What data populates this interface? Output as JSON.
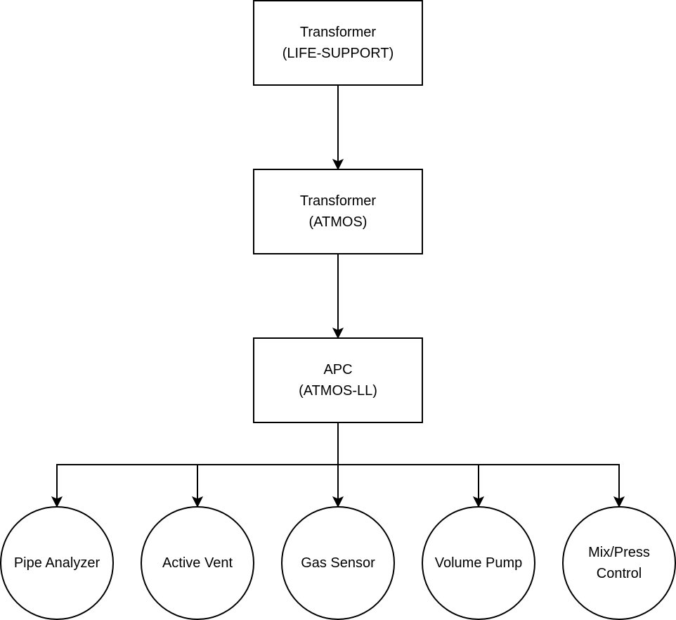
{
  "diagram": {
    "nodes": [
      {
        "id": "transformer-life-support",
        "shape": "rect",
        "lines": [
          "Transformer",
          "(LIFE-SUPPORT)"
        ]
      },
      {
        "id": "transformer-atmos",
        "shape": "rect",
        "lines": [
          "Transformer",
          "(ATMOS)"
        ]
      },
      {
        "id": "apc-atmos-ll",
        "shape": "rect",
        "lines": [
          "APC",
          "(ATMOS-LL)"
        ]
      },
      {
        "id": "pipe-analyzer",
        "shape": "circle",
        "lines": [
          "Pipe Analyzer"
        ]
      },
      {
        "id": "active-vent",
        "shape": "circle",
        "lines": [
          "Active Vent"
        ]
      },
      {
        "id": "gas-sensor",
        "shape": "circle",
        "lines": [
          "Gas Sensor"
        ]
      },
      {
        "id": "volume-pump",
        "shape": "circle",
        "lines": [
          "Volume Pump"
        ]
      },
      {
        "id": "mix-press-control",
        "shape": "circle",
        "lines": [
          "Mix/Press",
          "Control"
        ]
      }
    ],
    "edges": [
      {
        "from": "transformer-life-support",
        "to": "transformer-atmos"
      },
      {
        "from": "transformer-atmos",
        "to": "apc-atmos-ll"
      },
      {
        "from": "apc-atmos-ll",
        "to": "pipe-analyzer"
      },
      {
        "from": "apc-atmos-ll",
        "to": "active-vent"
      },
      {
        "from": "apc-atmos-ll",
        "to": "gas-sensor"
      },
      {
        "from": "apc-atmos-ll",
        "to": "volume-pump"
      },
      {
        "from": "apc-atmos-ll",
        "to": "mix-press-control"
      }
    ]
  }
}
